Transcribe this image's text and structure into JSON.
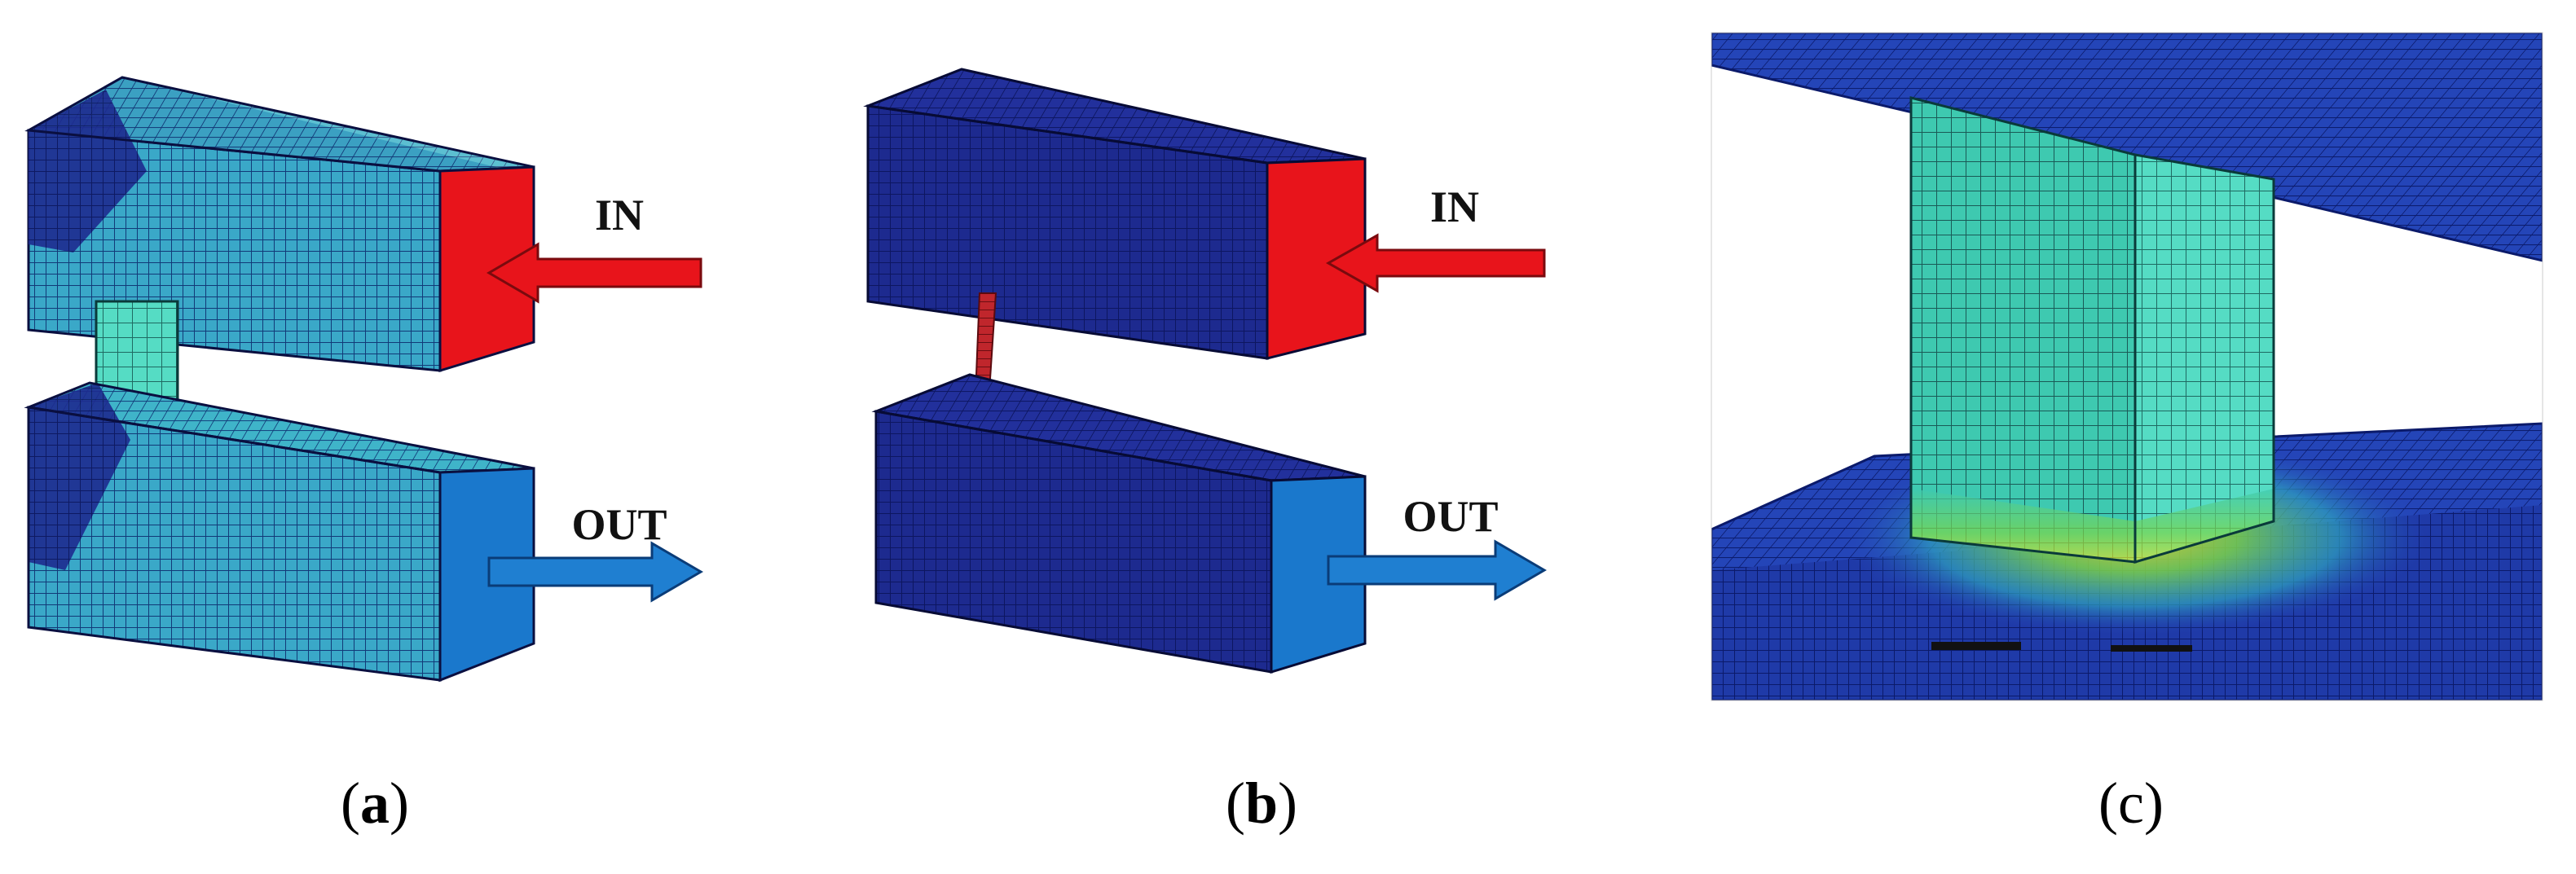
{
  "panels": [
    {
      "id": "a",
      "caption_open": "(",
      "caption_letter": "a",
      "caption_close": ")",
      "in_label": "IN",
      "out_label": "OUT"
    },
    {
      "id": "b",
      "caption_open": "(",
      "caption_letter": "b",
      "caption_close": ")",
      "in_label": "IN",
      "out_label": "OUT"
    },
    {
      "id": "c",
      "caption_open": "(",
      "caption_letter": "c",
      "caption_close": ")"
    }
  ],
  "colors": {
    "mesh_dark_blue": "#1d2a8f",
    "mesh_mid_blue": "#2a3bb4",
    "mesh_cyan": "#3fc1c9",
    "pillar_teal": "#3ec9b0",
    "pillar_red": "#c0262c",
    "in_face": "#e8141b",
    "out_face": "#1a78cc",
    "in_arrow": "#e8141b",
    "out_arrow": "#1f7fd1",
    "stress_green": "#7cd64a",
    "stress_yellow": "#e6e02a"
  }
}
